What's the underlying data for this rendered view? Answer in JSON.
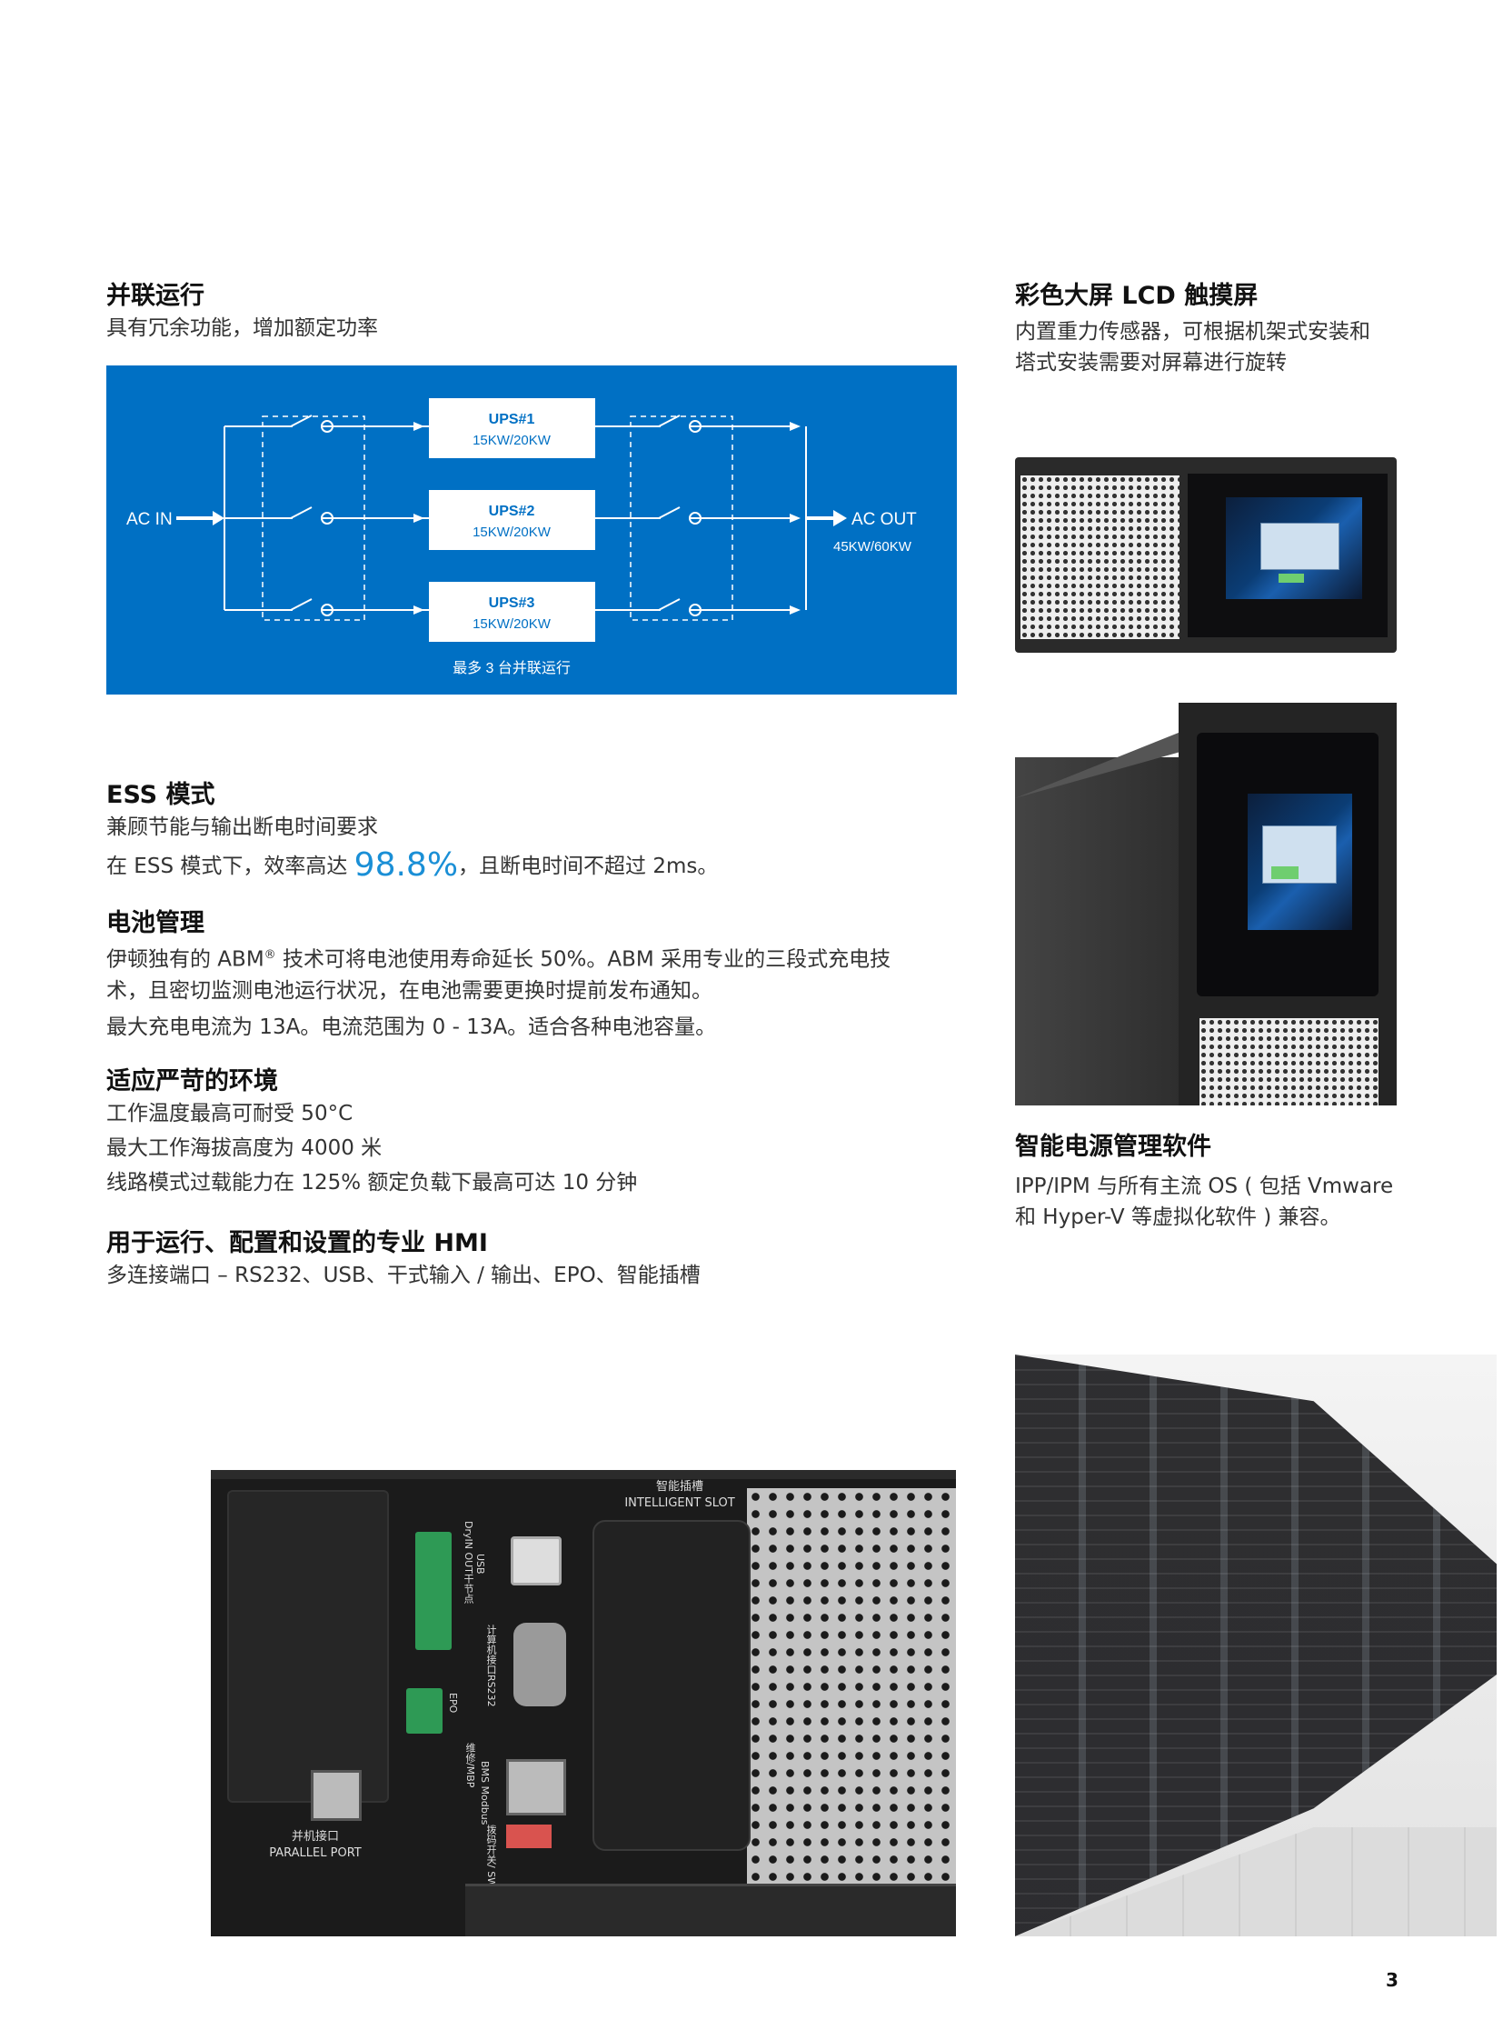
{
  "parallel": {
    "title": "并联运行",
    "subtitle": "具有冗余功能，增加额定功率",
    "diagram": {
      "ac_in": "AC IN",
      "ac_out": "AC OUT",
      "ac_out_rating": "45KW/60KW",
      "ups": [
        {
          "name": "UPS#1",
          "rating": "15KW/20KW"
        },
        {
          "name": "UPS#2",
          "rating": "15KW/20KW"
        },
        {
          "name": "UPS#3",
          "rating": "15KW/20KW"
        }
      ],
      "caption": "最多 3 台并联运行"
    }
  },
  "ess": {
    "title": "ESS 模式",
    "subtitle": "兼顾节能与输出断电时间要求",
    "line_pre": "在 ESS 模式下，效率高达",
    "efficiency": "98.8%",
    "line_post": "，且断电时间不超过 2ms。"
  },
  "battery": {
    "title": "电池管理",
    "line1_pre": "伊顿独有的 ABM",
    "line1_sup": "®",
    "line1_post": " 技术可将电池使用寿命延长 50%。ABM 采用专业的三段式充电技",
    "line2": "术，且密切监测电池运行状况，在电池需要更换时提前发布通知。",
    "line3": "最大充电电流为 13A。电流范围为 0 - 13A。适合各种电池容量。"
  },
  "environment": {
    "title": "适应严苛的环境",
    "items": [
      "工作温度最高可耐受 50°C",
      "最大工作海拔高度为 4000 米",
      "线路模式过载能力在 125% 额定负载下最高可达 10 分钟"
    ]
  },
  "hmi": {
    "title": "用于运行、配置和设置的专业 HMI",
    "line": "多连接端口 – RS232、USB、干式输入 / 输出、EPO、智能插槽"
  },
  "lcd": {
    "title": "彩色大屏 LCD 触摸屏",
    "line1": "内置重力传感器，可根据机架式安装和",
    "line2": "塔式安装需要对屏幕进行旋转"
  },
  "software": {
    "title": "智能电源管理软件",
    "line1": "IPP/IPM 与所有主流 OS ( 包括 Vmware",
    "line2": "和 Hyper-V 等虚拟化软件 ) 兼容。"
  },
  "rear_panel": {
    "slot_cn": "智能插槽",
    "slot_en": "INTELLIGENT SLOT",
    "parallel_cn": "并机接口",
    "parallel_en": "PARALLEL PORT",
    "usb": "USB",
    "rs232": "计算机接口RS232",
    "dry": "DryIN OUT干节点",
    "epo": "EPO",
    "mbp": "维修/MBP",
    "bms": "BMS Modbus",
    "sw": "拨码开关/ SW"
  },
  "page_number": "3"
}
